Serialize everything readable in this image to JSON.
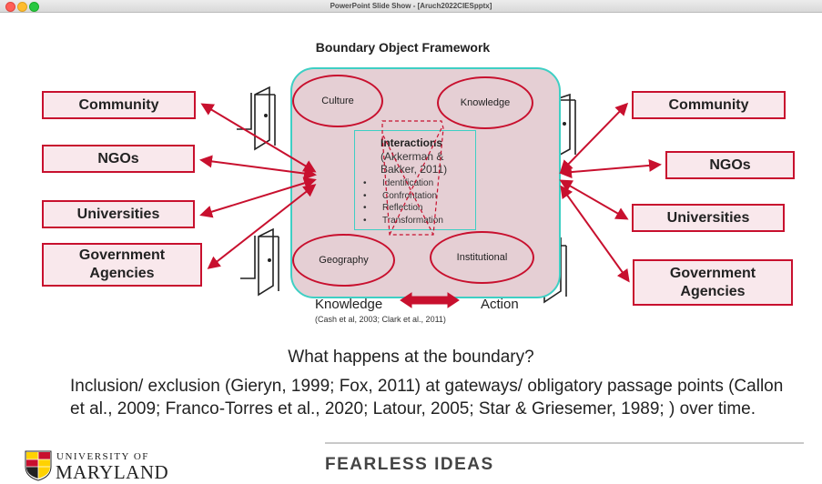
{
  "window": {
    "title": "PowerPoint Slide Show - [Aruch2022CIESpptx]"
  },
  "slide": {
    "heading": "Boundary Object Framework",
    "left_boxes": [
      "Community",
      "NGOs",
      "Universities",
      "Government Agencies"
    ],
    "right_boxes": [
      "Community",
      "NGOs",
      "Universities",
      "Government Agencies"
    ],
    "ellipses": {
      "culture": "Culture",
      "knowledge": "Knowledge",
      "geography": "Geography",
      "institutional": "Institutional"
    },
    "interactions": {
      "title": "Interactions",
      "citation": "(Akkerman & Bakker, 2011)",
      "items": [
        "Identification",
        "Confrontation",
        "Reflection",
        "Transformation"
      ]
    },
    "knowledge_label": "Knowledge",
    "action_label": "Action",
    "small_citation": "(Cash et al, 2003; Clark et al., 2011)",
    "question": "What happens at the boundary?",
    "paragraph": "Inclusion/ exclusion (Gieryn, 1999; Fox, 2011) at gateways/ obligatory passage points (Callon et al., 2009; Franco-Torres et al., 2020; Latour, 2005; Star & Griesemer, 1989; ) over time.",
    "footer": {
      "university_top": "UNIVERSITY OF",
      "university_bottom": "MARYLAND",
      "tagline": "FEARLESS IDEAS"
    }
  },
  "colors": {
    "accent_red": "#c8102e",
    "teal": "#3ecfc4",
    "box_fill": "#f9e8ec",
    "frame_fill": "#e5cfd4"
  }
}
